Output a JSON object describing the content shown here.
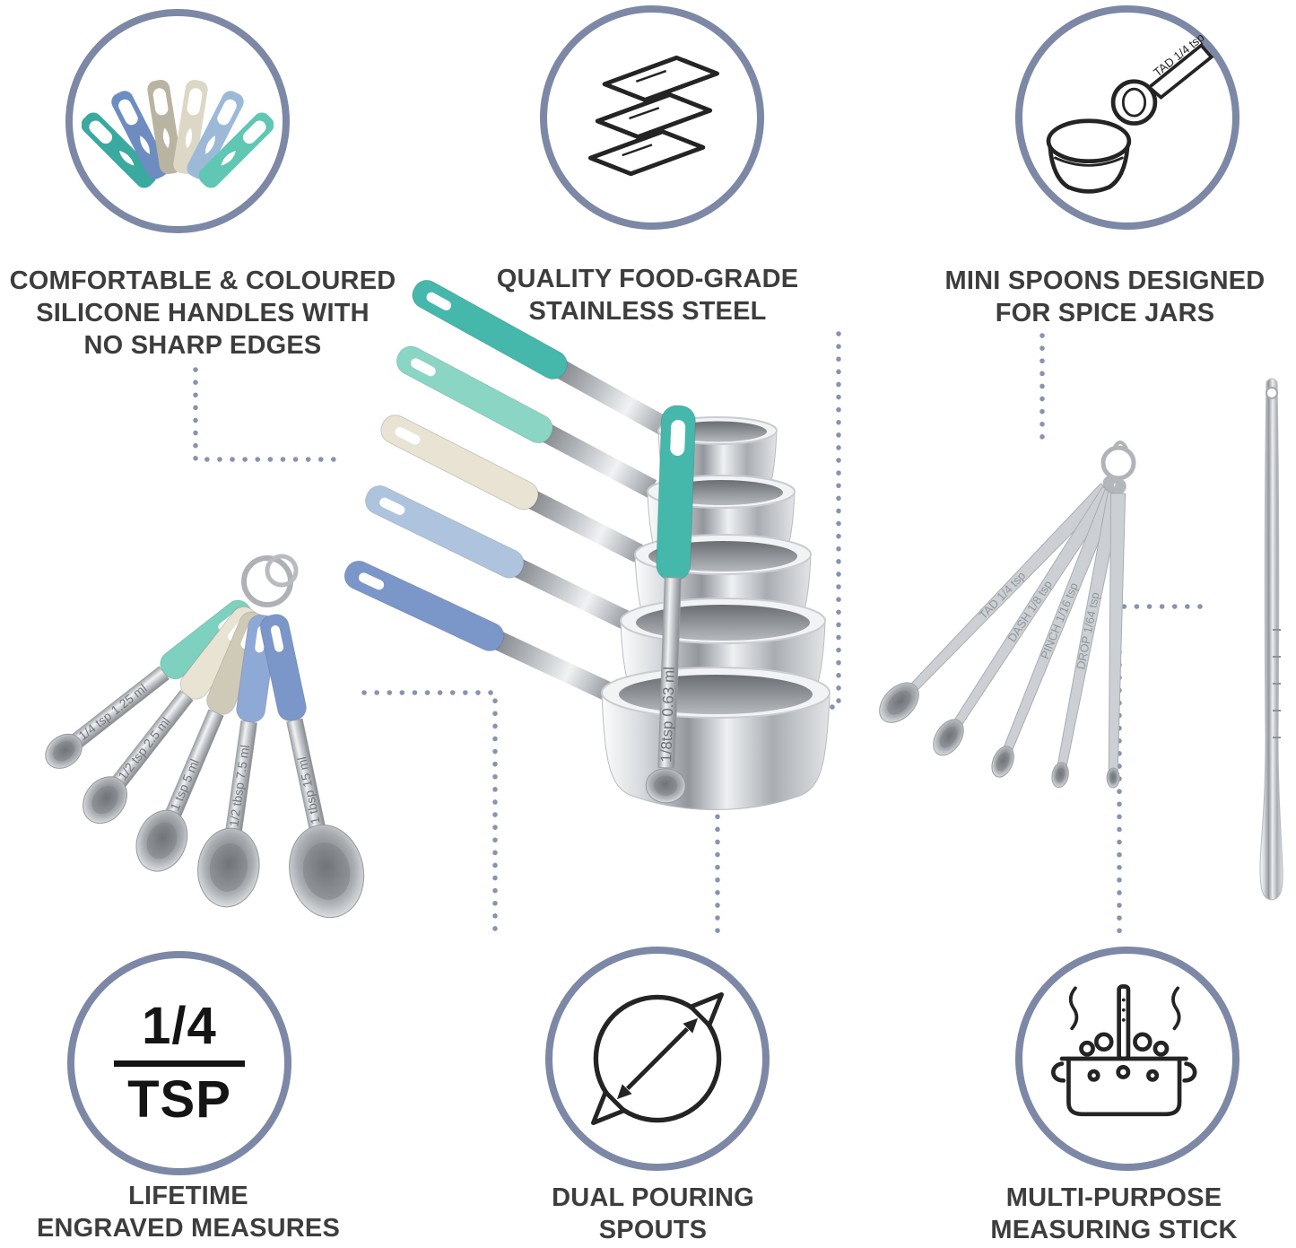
{
  "meta": {
    "type": "product-feature-infographic",
    "product": "stainless steel measuring cups and spoons set"
  },
  "colors": {
    "background": "#ffffff",
    "circle_ring": "#7c88a5",
    "connector_dots": "#8893ae",
    "heading_text": "#3d3d3d",
    "icon_stroke": "#242424",
    "silicone_teal": "#45b7ab",
    "silicone_mint": "#8ad5c4",
    "silicone_cream": "#e8e3d2",
    "silicone_beige": "#cfc9b8",
    "silicone_light_blue": "#aec3dd",
    "silicone_periwinkle": "#7b96c8",
    "steel_light": "#f0f2f4",
    "steel_dark": "#8f9397"
  },
  "features": {
    "silicone_handles": {
      "icon": "silicone-handles-fan-icon",
      "lines": [
        "COMFORTABLE & COLOURED",
        "SILICONE HANDLES WITH",
        "NO SHARP EDGES"
      ]
    },
    "stainless_steel": {
      "icon": "steel-sheets-icon",
      "lines": [
        "QUALITY FOOD-GRADE",
        "STAINLESS STEEL"
      ]
    },
    "mini_spoons": {
      "icon": "spice-jar-spoon-icon",
      "icon_label": "TAD 1/4  tsp",
      "lines": [
        "MINI SPOONS DESIGNED",
        "FOR SPICE JARS"
      ]
    },
    "engraved": {
      "icon": "engraved-measure-icon",
      "badge_numerator": "1/4",
      "badge_unit": "TSP",
      "lines": [
        "LIFETIME",
        "ENGRAVED MEASURES"
      ]
    },
    "spouts": {
      "icon": "dual-pour-spouts-icon",
      "lines": [
        "DUAL POURING",
        "SPOUTS"
      ]
    },
    "stick": {
      "icon": "pot-measuring-stick-icon",
      "lines": [
        "MULTI-PURPOSE",
        "MEASURING STICK"
      ]
    }
  },
  "products": {
    "ring_spoons": {
      "labels": [
        "1/4 tsp 1.25 ml",
        "1/2 tsp 2.5 ml",
        "1 tsp 5 ml",
        "1/2 tbsp 7.5 ml",
        "1 tbsp 15 ml"
      ]
    },
    "cup_set": {
      "front_spoon_label": "1/8tsp 0.63 ml"
    },
    "mini_spoons": {
      "labels": [
        "TAD 1/4 tsp",
        "DASH 1/8 tsp",
        "PINCH 1/16 tsp",
        "DROP 1/64 tsp"
      ]
    }
  }
}
